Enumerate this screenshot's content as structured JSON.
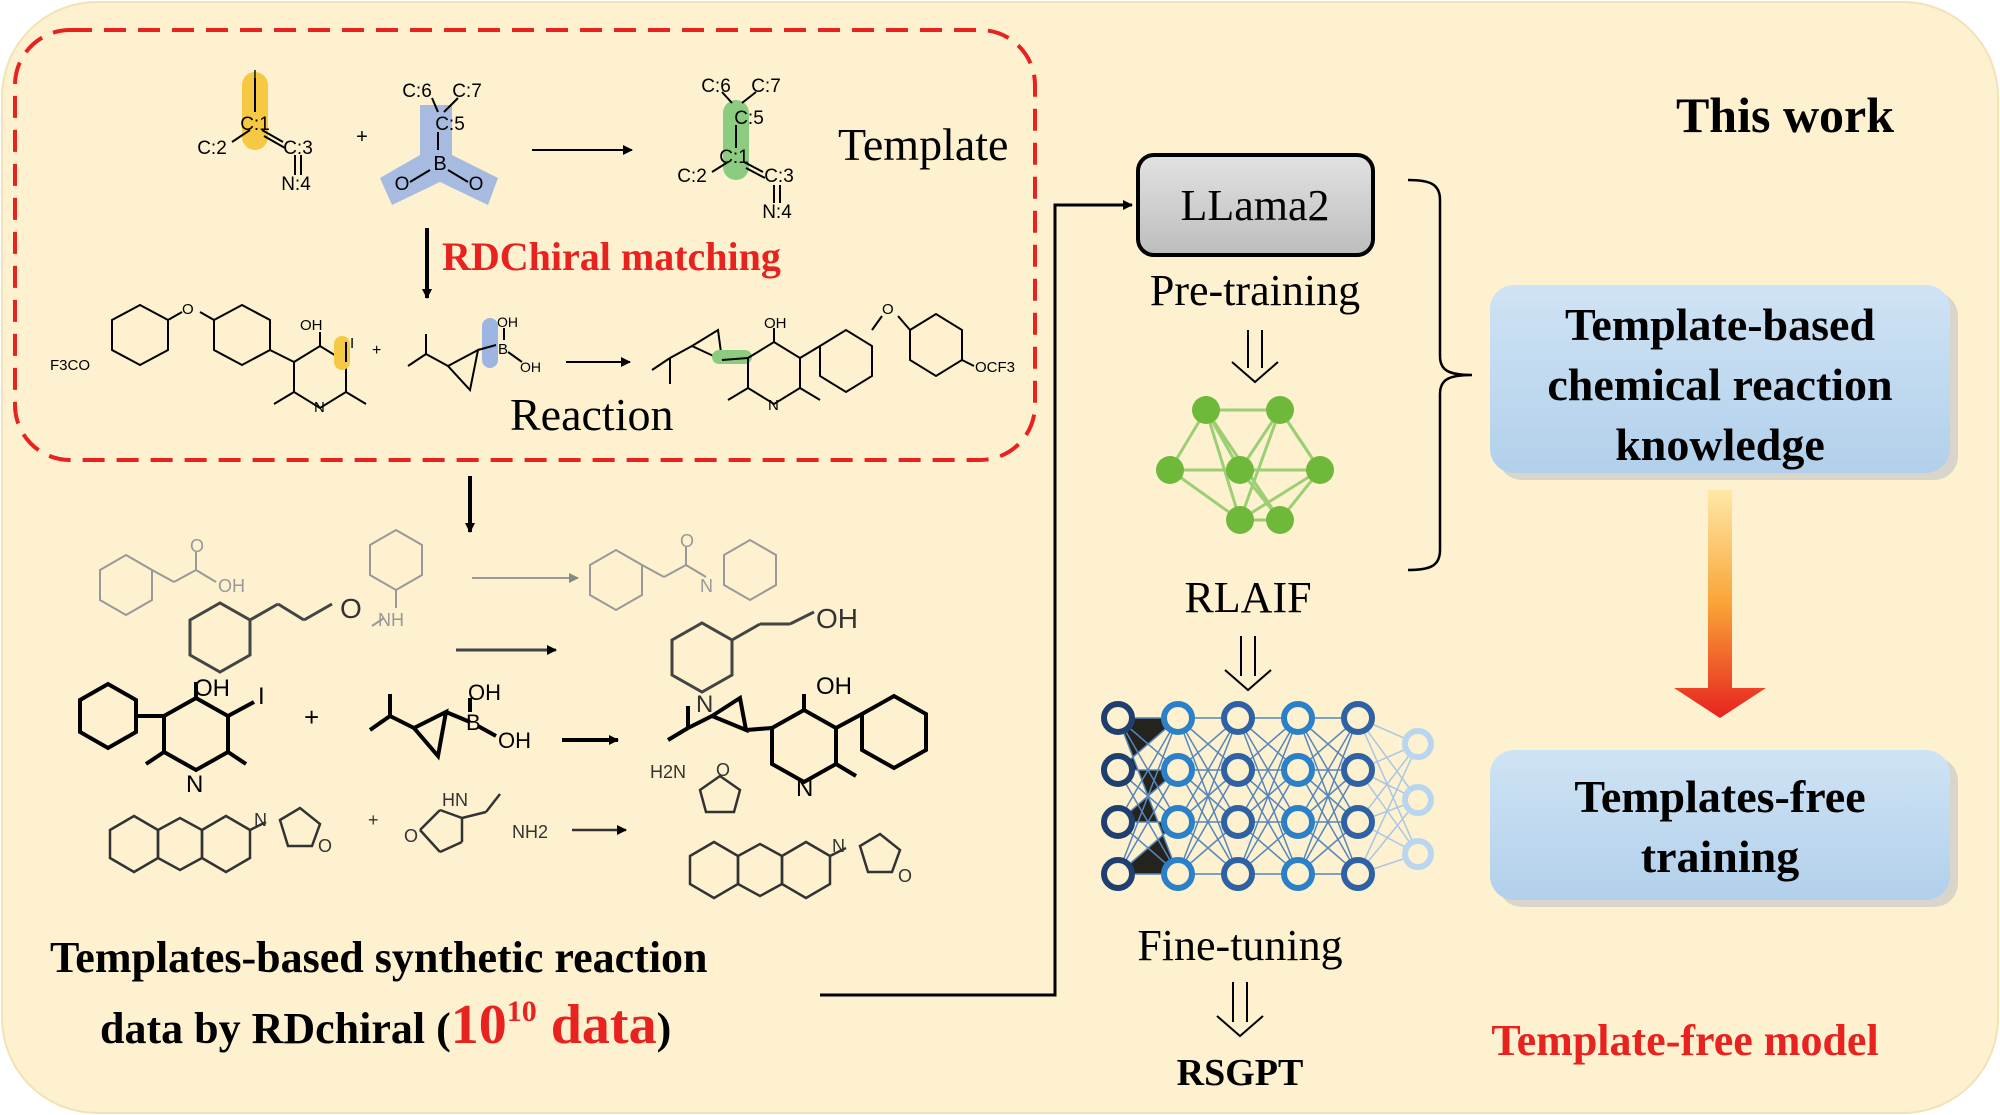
{
  "colors": {
    "panel_bg": "#fdf1cf",
    "red": "#e8221f",
    "box_blue": "#bcd8ef",
    "llama_gray": "#cfcfcf",
    "net_green": "#6fb93a",
    "net_blue": "#2f6fb0",
    "highlight_yellow": "#f6c945",
    "highlight_blue": "#9db5e2",
    "highlight_green": "#8ccc80"
  },
  "labels": {
    "this_work": "This work",
    "template": "Template",
    "rdchiral_matching": "RDChiral matching",
    "reaction": "Reaction",
    "caption_line1": "Templates-based synthetic reaction",
    "caption_line2_a": "data by RDchiral (",
    "caption_base": "10",
    "caption_exp": "10",
    "caption_data": " data",
    "caption_line2_end": ")",
    "llama2": "LLama2",
    "pre_training": "Pre-training",
    "rlaif": "RLAIF",
    "fine_tuning": "Fine-tuning",
    "rsgpt": "RSGPT",
    "template_free_model": "Template-free model",
    "knowledge_1": "Template-based",
    "knowledge_2": "chemical reaction",
    "knowledge_3": "knowledge",
    "free_1": "Templates-free",
    "free_2": "training"
  },
  "template_atoms": {
    "i": "I",
    "c1": "C:1",
    "c2": "C:2",
    "c3": "C:3",
    "n4": "N:4",
    "plus": "+",
    "c6": "C:6",
    "c7": "C:7",
    "c5": "C:5",
    "b": "B",
    "o1": "O",
    "o2": "O"
  },
  "reaction_atoms": {
    "f3co": "F3CO",
    "o": "O",
    "oh": "OH",
    "i": "I",
    "n": "N",
    "plus": "+",
    "b": "B",
    "oh_top": "OH",
    "oh_right": "OH",
    "ocf3": "OCF3"
  },
  "stack_atoms": {
    "oh": "OH",
    "o": "O",
    "nh": "NH",
    "n": "N",
    "i": "I",
    "b": "B",
    "nh2": "NH2",
    "h2n": "H2N",
    "hn": "HN"
  }
}
